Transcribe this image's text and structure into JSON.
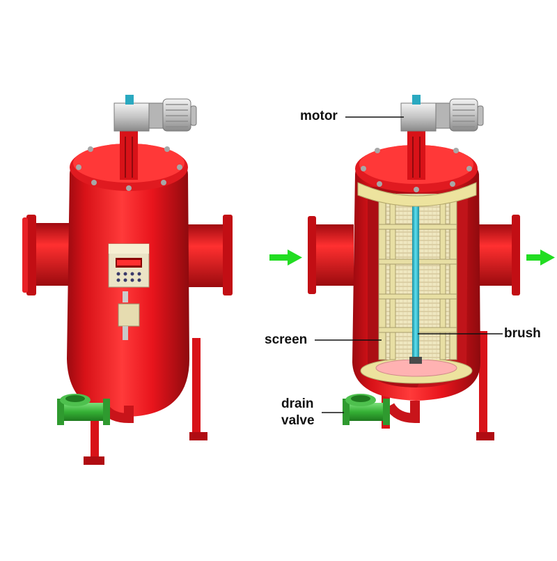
{
  "labels": {
    "motor": "motor",
    "screen": "screen",
    "brush": "brush",
    "drain_line1": "drain",
    "drain_line2": "valve"
  },
  "colors": {
    "body_red": "#e8141c",
    "body_dark_red": "#a80a10",
    "flow_arrow": "#22dd22",
    "drain_valve": "#3cb83c",
    "motor_gray": "#c9c9c9",
    "screen_frame": "#e8dfa4",
    "brush_shaft": "#2ab5c8",
    "label_text": "#111111"
  },
  "figures": [
    {
      "name": "exterior-view"
    },
    {
      "name": "cutaway-view"
    }
  ],
  "flow": {
    "inlet": "flow-inlet-arrow",
    "outlet": "flow-outlet-arrow"
  }
}
